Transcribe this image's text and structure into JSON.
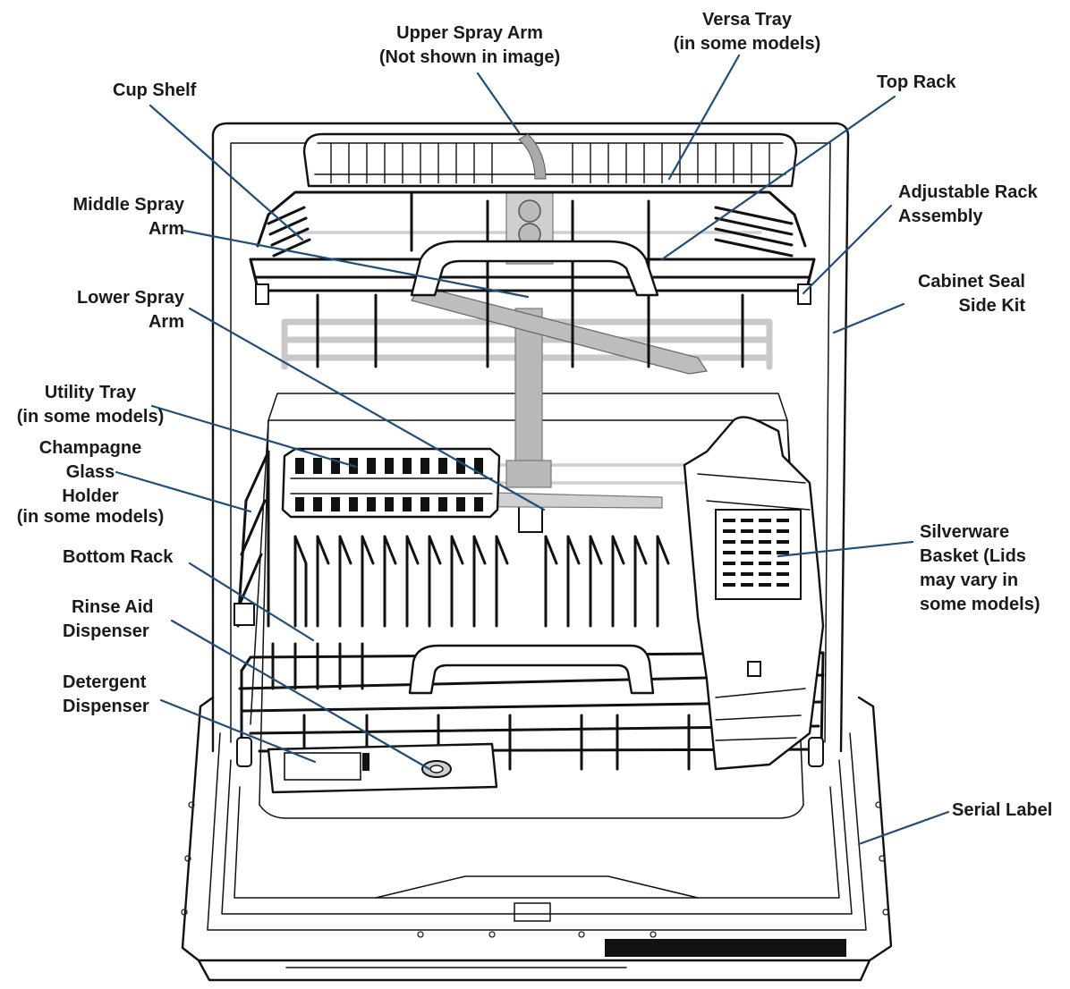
{
  "labels": {
    "upper_spray_arm": [
      "Upper Spray Arm",
      "(Not shown in image)"
    ],
    "versa_tray": [
      "Versa Tray",
      "(in some models)"
    ],
    "cup_shelf": [
      "Cup Shelf"
    ],
    "top_rack": [
      "Top Rack"
    ],
    "middle_spray_arm": [
      "Middle Spray",
      "Arm"
    ],
    "adjustable_rack_assembly": [
      "Adjustable Rack",
      "Assembly"
    ],
    "lower_spray_arm": [
      "Lower Spray",
      "Arm"
    ],
    "cabinet_seal_side_kit": [
      "Cabinet Seal",
      "Side Kit"
    ],
    "utility_tray": [
      "Utility Tray",
      "(in some models)"
    ],
    "champagne_glass_holder": [
      "Champagne",
      "Glass",
      "Holder",
      "(in some models)"
    ],
    "silverware_basket": [
      "Silverware",
      "Basket (Lids",
      "may vary in",
      "some models)"
    ],
    "bottom_rack": [
      "Bottom Rack"
    ],
    "rinse_aid_dispenser": [
      "Rinse Aid",
      "Dispenser"
    ],
    "detergent_dispenser": [
      "Detergent",
      "Dispenser"
    ],
    "serial_label": [
      "Serial Label"
    ]
  },
  "colors": {
    "leader_line": "#1f4e7a",
    "outline": "#111111",
    "label_text": "#1a1a1a"
  }
}
